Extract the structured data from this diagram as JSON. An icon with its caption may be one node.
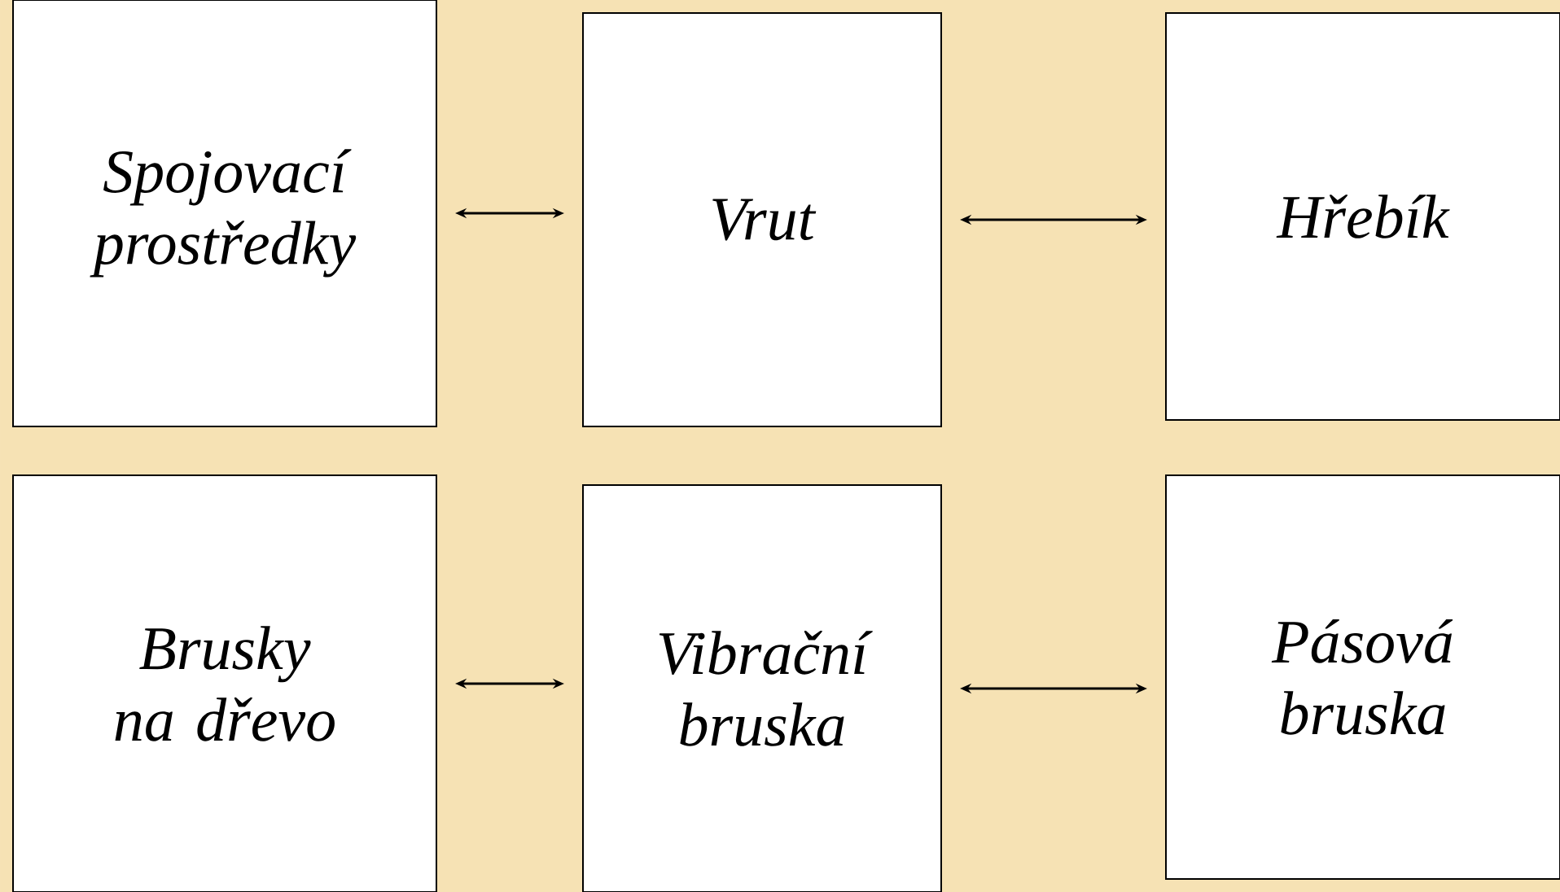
{
  "diagram": {
    "nodes": [
      {
        "text": [
          "Spojovací prostředky"
        ]
      },
      {
        "text": [
          "Vrut"
        ]
      },
      {
        "text": [
          "Hřebík"
        ]
      },
      {
        "text": [
          "Brusky na dřevo"
        ]
      },
      {
        "text": [
          "Vibrační bruska"
        ]
      },
      {
        "text": [
          "Pásová bruska"
        ]
      }
    ],
    "edges": [
      {
        "from": 0,
        "to": 1,
        "arrow": "both"
      },
      {
        "from": 1,
        "to": 2,
        "arrow": "both"
      },
      {
        "from": 3,
        "to": 4,
        "arrow": "both"
      },
      {
        "from": 4,
        "to": 5,
        "arrow": "both"
      }
    ]
  }
}
